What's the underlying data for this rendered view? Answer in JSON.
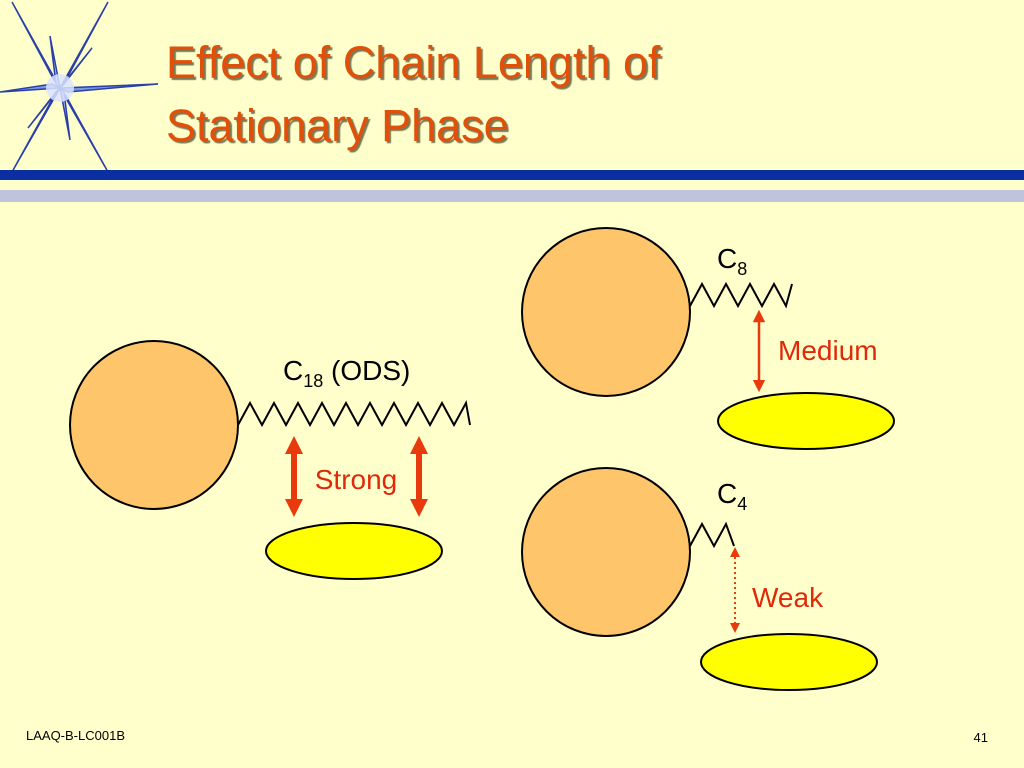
{
  "title": {
    "line1": "Effect of Chain Length of",
    "line2": "Stationary Phase"
  },
  "molecules": {
    "c18": {
      "base": "C",
      "subscript": "18",
      "suffix": " (ODS)",
      "strength": "Strong"
    },
    "c8": {
      "base": "C",
      "subscript": "8",
      "strength": "Medium"
    },
    "c4": {
      "base": "C",
      "subscript": "4",
      "strength": "Weak"
    }
  },
  "footer": {
    "code": "LAAQ-B-LC001B",
    "page": "41"
  },
  "colors": {
    "background": "#FFFFCC",
    "title": "#E0500A",
    "accent_bar": "#0B2FA0",
    "accent_bar_light": "#BFC3DC",
    "particle": "#FFC56A",
    "analyte": "#FFFF00",
    "arrow": "#E83A0C",
    "label": "#E0280A"
  }
}
